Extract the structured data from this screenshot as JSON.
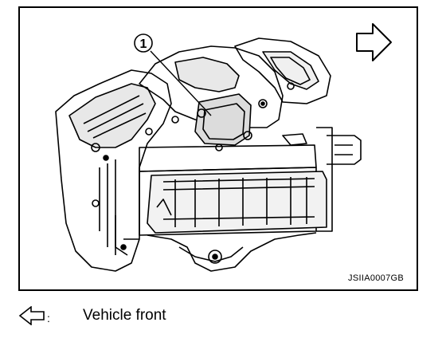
{
  "diagram": {
    "callouts": [
      {
        "number": "1"
      }
    ],
    "figure_code": "JSIIA0007GB",
    "direction_icon": "arrow-right-outline-icon"
  },
  "legend": {
    "icon": "arrow-left-outline-icon",
    "text": "Vehicle front"
  }
}
